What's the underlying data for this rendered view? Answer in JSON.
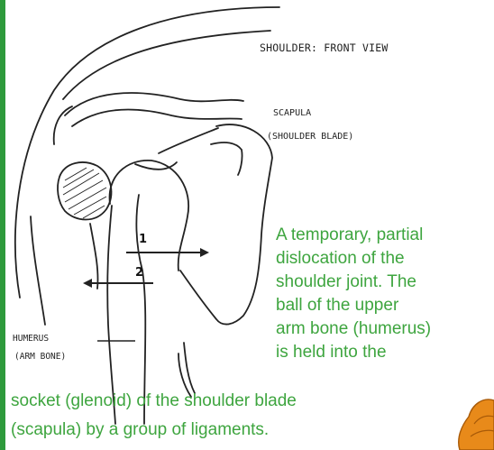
{
  "title": "SHOULDER:  FRONT VIEW",
  "labels": {
    "scapula": "SCAPULA",
    "scapula_common": "(SHOULDER BLADE)",
    "humerus": "HUMERUS",
    "humerus_common": "(ARM BONE)"
  },
  "arrows": {
    "one": "1",
    "two": "2"
  },
  "description_lines": [
    "A temporary, partial",
    "dislocation of the",
    "shoulder joint.  The",
    "ball of the upper",
    "arm bone (humerus)",
    "is held into the",
    "socket (glenoid) of the shoulder blade",
    "(scapula) by a group of ligaments."
  ],
  "colors": {
    "accent_green": "#3ea53f",
    "bar_green": "#2e9a3c",
    "line": "#222222",
    "mascot_orange": "#e88a1a"
  }
}
